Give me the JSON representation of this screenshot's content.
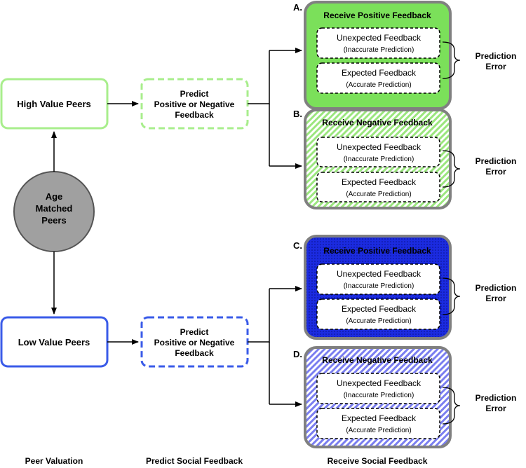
{
  "colors": {
    "green": "#7be05a",
    "green_light": "#a8ee8c",
    "blue": "#1b2be0",
    "blue_light": "#3a5be8",
    "gray_circle": "#a0a0a0",
    "panel_border": "#808080",
    "hatch_blue": "#7a7ef0",
    "hatch_green": "#9be67e"
  },
  "source": {
    "label_line1": "Age",
    "label_line2": "Matched",
    "label_line3": "Peers"
  },
  "peers": {
    "high": "High Value Peers",
    "low": "Low Value Peers"
  },
  "predict": {
    "line1": "Predict",
    "line2": "Positive or Negative",
    "line3": "Feedback"
  },
  "panels": [
    {
      "letter": "A.",
      "title": "Receive Positive Feedback"
    },
    {
      "letter": "B.",
      "title": "Receive Negative Feedback"
    },
    {
      "letter": "C.",
      "title": "Receive Positive Feedback"
    },
    {
      "letter": "D.",
      "title": "Receive Negative Feedback"
    }
  ],
  "feedback": {
    "unexpected": "Unexpected Feedback",
    "unexpected_sub": "(Inaccurate Prediction)",
    "expected": "Expected Feedback",
    "expected_sub": "(Accurate Prediction)"
  },
  "prediction_error": {
    "line1": "Prediction",
    "line2": "Error"
  },
  "columns": {
    "peer_valuation": "Peer Valuation",
    "predict_social": "Predict Social Feedback",
    "receive_social": "Receive Social Feedback"
  }
}
